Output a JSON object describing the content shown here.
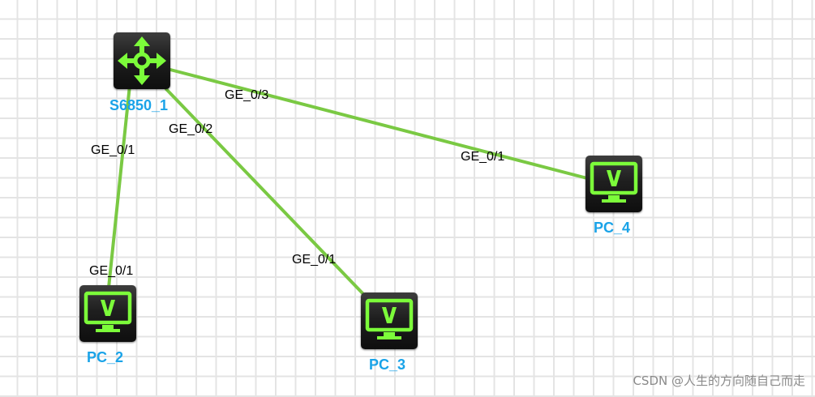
{
  "colors": {
    "link": "#7ac943",
    "device_icon": "#7cfc3a",
    "device_label": "#1aa3e8",
    "grid": "#e4e4e4"
  },
  "devices": {
    "router": {
      "label": "S6850_1",
      "icon": "router-icon"
    },
    "pc2": {
      "label": "PC_2",
      "icon": "monitor-icon"
    },
    "pc3": {
      "label": "PC_3",
      "icon": "monitor-icon"
    },
    "pc4": {
      "label": "PC_4",
      "icon": "monitor-icon"
    }
  },
  "links": [
    {
      "from": "S6850_1",
      "to": "PC_2",
      "from_port": "GE_0/1",
      "to_port": "GE_0/1"
    },
    {
      "from": "S6850_1",
      "to": "PC_3",
      "from_port": "GE_0/2",
      "to_port": "GE_0/1"
    },
    {
      "from": "S6850_1",
      "to": "PC_4",
      "from_port": "GE_0/3",
      "to_port": "GE_0/1"
    }
  ],
  "watermark": "CSDN @人生的方向随自己而走"
}
